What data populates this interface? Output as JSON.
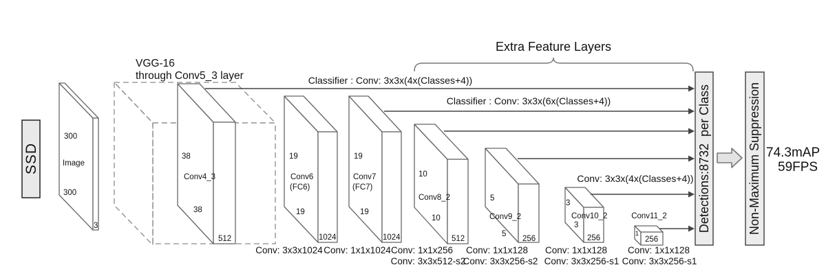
{
  "header": {
    "model_label": "SSD",
    "vgg_line1": "VGG-16",
    "vgg_line2": "through Conv5_3 layer",
    "extra_layers_title": "Extra Feature Layers"
  },
  "classifiers": {
    "conv4_3": "Classifier : Conv: 3x3x(4x(Classes+4))",
    "conv7": "Classifier : Conv: 3x3x(6x(Classes+4))",
    "conv10_2": "Conv: 3x3x(4x(Classes+4))"
  },
  "layers": {
    "image": {
      "height": "300",
      "name": "Image",
      "width": "300",
      "depth": "3"
    },
    "conv4_3": {
      "height": "38",
      "name": "Conv4_3",
      "width": "38",
      "depth": "512"
    },
    "conv6": {
      "height": "19",
      "name": "Conv6",
      "alias": "(FC6)",
      "width": "19",
      "depth": "1024",
      "op": "Conv: 3x3x1024"
    },
    "conv7": {
      "height": "19",
      "name": "Conv7",
      "alias": "(FC7)",
      "width": "19",
      "depth": "1024",
      "op": "Conv: 1x1x1024"
    },
    "conv8_2": {
      "height": "10",
      "name": "Conv8_2",
      "width": "10",
      "depth": "512",
      "op1": "Conv: 1x1x256",
      "op2": "Conv: 3x3x512-s2"
    },
    "conv9_2": {
      "height": "5",
      "name": "Conv9_2",
      "width": "5",
      "depth": "256",
      "op1": "Conv: 1x1x128",
      "op2": "Conv: 3x3x256-s2"
    },
    "conv10_2": {
      "height": "3",
      "name": "Conv10_2",
      "width": "3",
      "depth": "256",
      "op1": "Conv: 1x1x128",
      "op2": "Conv: 3x3x256-s1"
    },
    "conv11_2": {
      "name": "Conv11_2",
      "width": "1",
      "depth": "256",
      "op1": "Conv: 1x1x128",
      "op2": "Conv: 3x3x256-s1"
    }
  },
  "output": {
    "detections_label": "Detections:8732  per Class",
    "nms_label": "Non-Maximum Suppression",
    "map": "74.3mAP",
    "fps": "59FPS"
  },
  "colors": {
    "box_fill": "#ececec",
    "edge_gray": "#666666",
    "line_dark": "#444444",
    "text": "#111111"
  }
}
